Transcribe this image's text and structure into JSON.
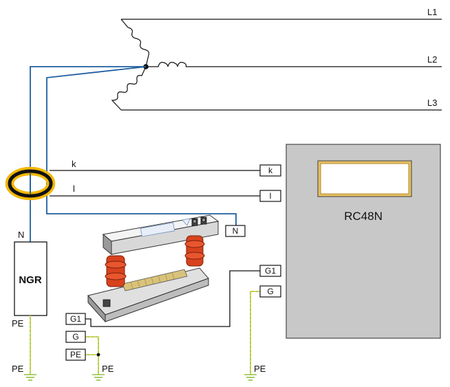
{
  "lines": {
    "l1": "L1",
    "l2": "L2",
    "l3": "L3"
  },
  "ct": {
    "k_label": "k",
    "l_label": "l"
  },
  "ngr": {
    "label": "NGR",
    "n_label": "N",
    "pe_label": "PE"
  },
  "relay": {
    "label": "RC48N"
  },
  "terminals": {
    "k": "k",
    "l": "l",
    "n": "N",
    "g1_relay": "G1",
    "g_relay": "G",
    "g1_resistor": "G1",
    "g_resistor": "G",
    "pe_resistor": "PE"
  },
  "ground": {
    "pe_ngr": "PE",
    "pe_resistor": "PE",
    "pe_relay": "PE"
  },
  "colors": {
    "neutral_wire": "#1f5f9f",
    "pe_wire": "#8fbf3f",
    "pe_dash": "#e8d23a",
    "ct_ring": "#f2b705",
    "relay_box": "#c8c8c8",
    "display": "#e8c060",
    "resistor_insulator": "#d8421e"
  }
}
